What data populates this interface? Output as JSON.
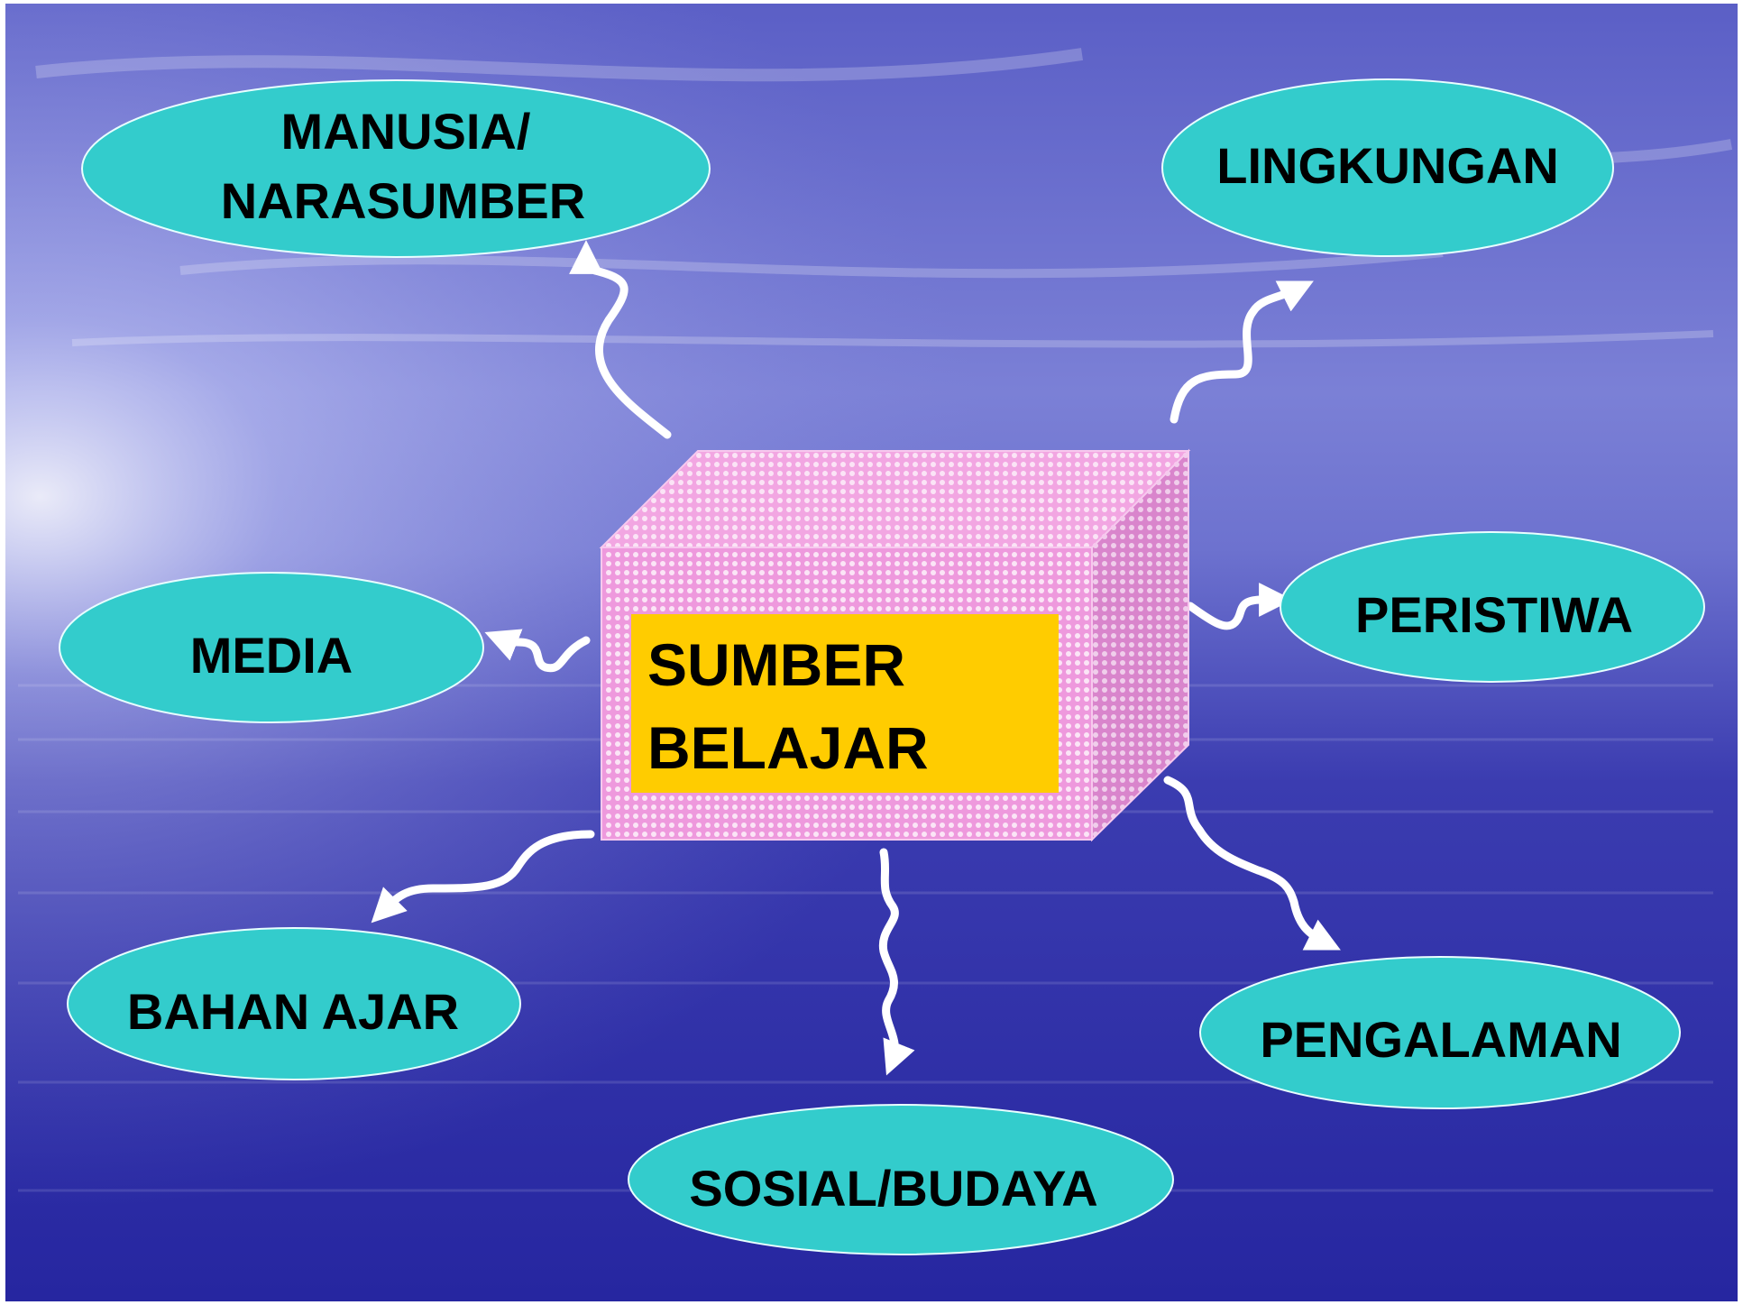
{
  "colors": {
    "sky_top": "#5a5fc4",
    "sea": "#2b2ba2",
    "node_fill": "#33cccc",
    "node_stroke": "#e8ffff",
    "box_fill": "#ee99dd",
    "box_pattern": "#ffffff",
    "label_fill": "#ffcc00",
    "arrow": "#ffffff"
  },
  "center": {
    "title_line1": "SUMBER",
    "title_line2": "BELAJAR"
  },
  "nodes": {
    "manusia": {
      "line1": "MANUSIA/",
      "line2": "NARASUMBER"
    },
    "lingkungan": {
      "label": "LINGKUNGAN"
    },
    "media": {
      "label": "MEDIA"
    },
    "peristiwa": {
      "label": "PERISTIWA"
    },
    "bahan_ajar": {
      "label": "BAHAN AJAR"
    },
    "pengalaman": {
      "label": "PENGALAMAN"
    },
    "sosial_budaya": {
      "label": "SOSIAL/BUDAYA"
    }
  }
}
